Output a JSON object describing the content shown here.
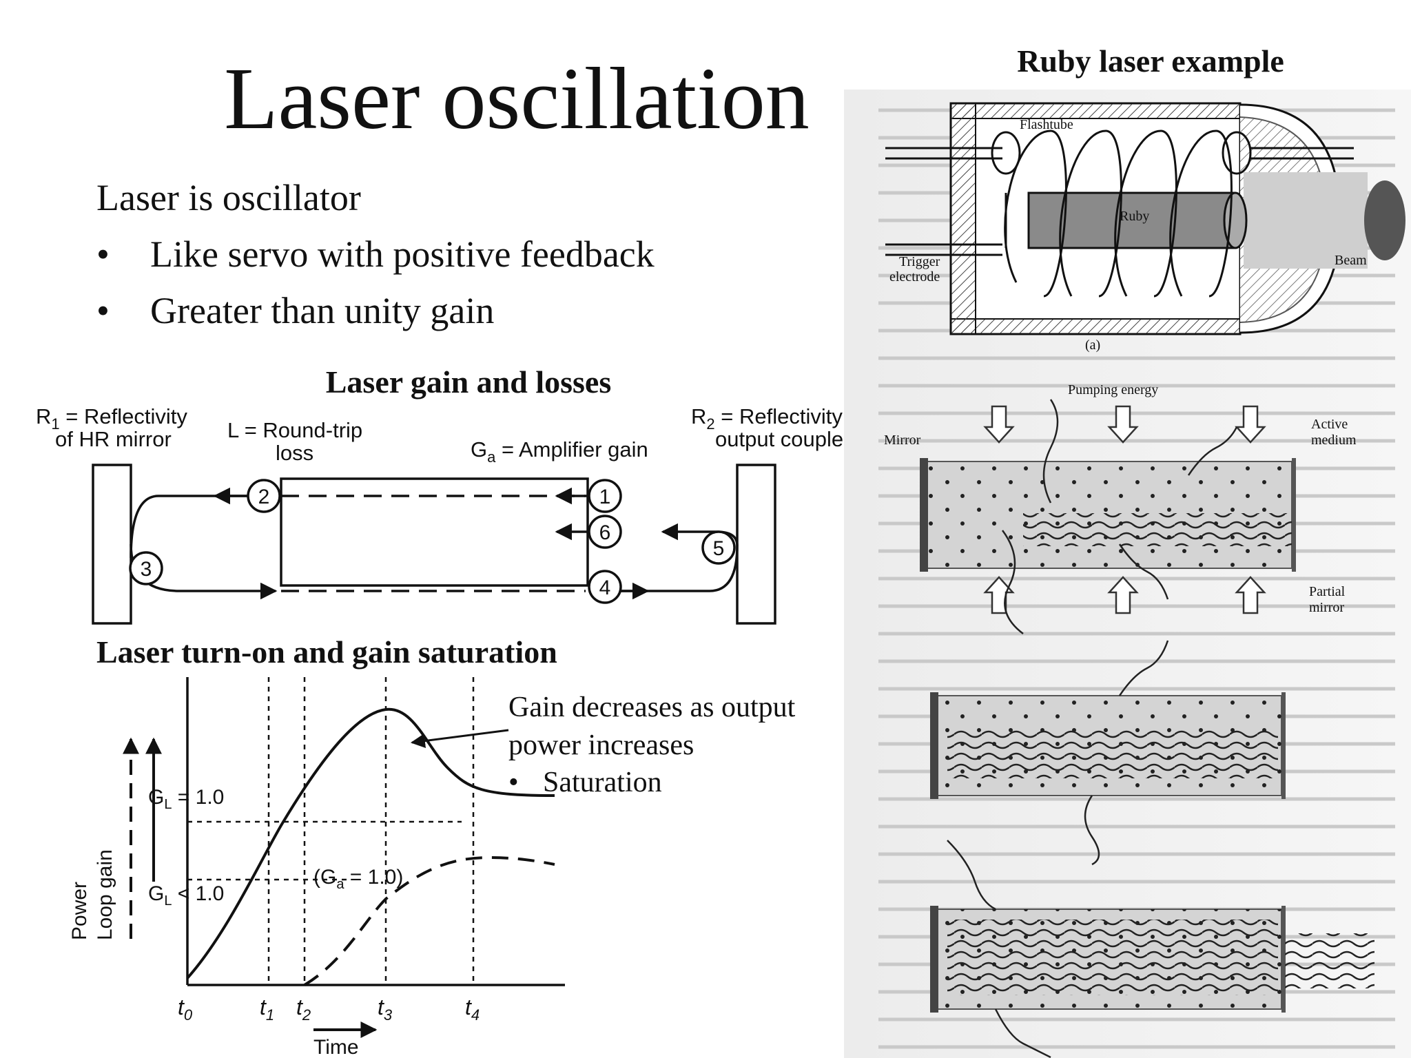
{
  "slide": {
    "title": "Laser oscillation",
    "ruby_title": "Ruby laser example",
    "intro": "Laser is oscillator",
    "bullets": [
      "Like servo with positive feedback",
      "Greater than unity gain"
    ],
    "bullet_glyph": "•",
    "gain_title": "Laser gain and losses",
    "turnon_title": "Laser turn-on and gain saturation",
    "annotation": {
      "line1": "Gain decreases as output",
      "line2": "power increases",
      "bullet": "Saturation"
    }
  },
  "gain_diagram": {
    "r1_line1": "R",
    "r1_sub": "1",
    "r1_rest": " = Reflectivity",
    "r1_line2": "of HR mirror",
    "loss_line1": "L = Round-trip",
    "loss_line2": "loss",
    "amp_main": "G",
    "amp_sub": "a",
    "amp_rest": " = Amplifier gain",
    "r2_line1": "R",
    "r2_sub": "2",
    "r2_rest": " = Reflectivity of",
    "r2_line2": "output coupler",
    "points": [
      "1",
      "2",
      "3",
      "4",
      "5",
      "6"
    ]
  },
  "turnon_graph": {
    "gl_eq": "G",
    "gl_eq_sub": "L",
    "gl_eq_rest": " = 1.0",
    "gl_lt": "G",
    "gl_lt_sub": "L",
    "gl_lt_rest": " < 1.0",
    "ga_label": "(G",
    "ga_sub": "a",
    "ga_rest": " = 1.0)",
    "ylabel_power": "Power",
    "ylabel_gain": "Loop gain",
    "xlabel": "Time",
    "ticks": [
      "0",
      "1",
      "2",
      "3",
      "4"
    ],
    "tick_prefix": "t"
  },
  "ruby_diagram": {
    "flashtube": "Flashtube",
    "ruby": "Ruby",
    "trigger1": "Trigger",
    "trigger2": "electrode",
    "beam": "Beam",
    "caption_a": "(a)",
    "pumping": "Pumping energy",
    "mirror": "Mirror",
    "active1": "Active",
    "active2": "medium",
    "partial1": "Partial",
    "partial2": "mirror"
  }
}
